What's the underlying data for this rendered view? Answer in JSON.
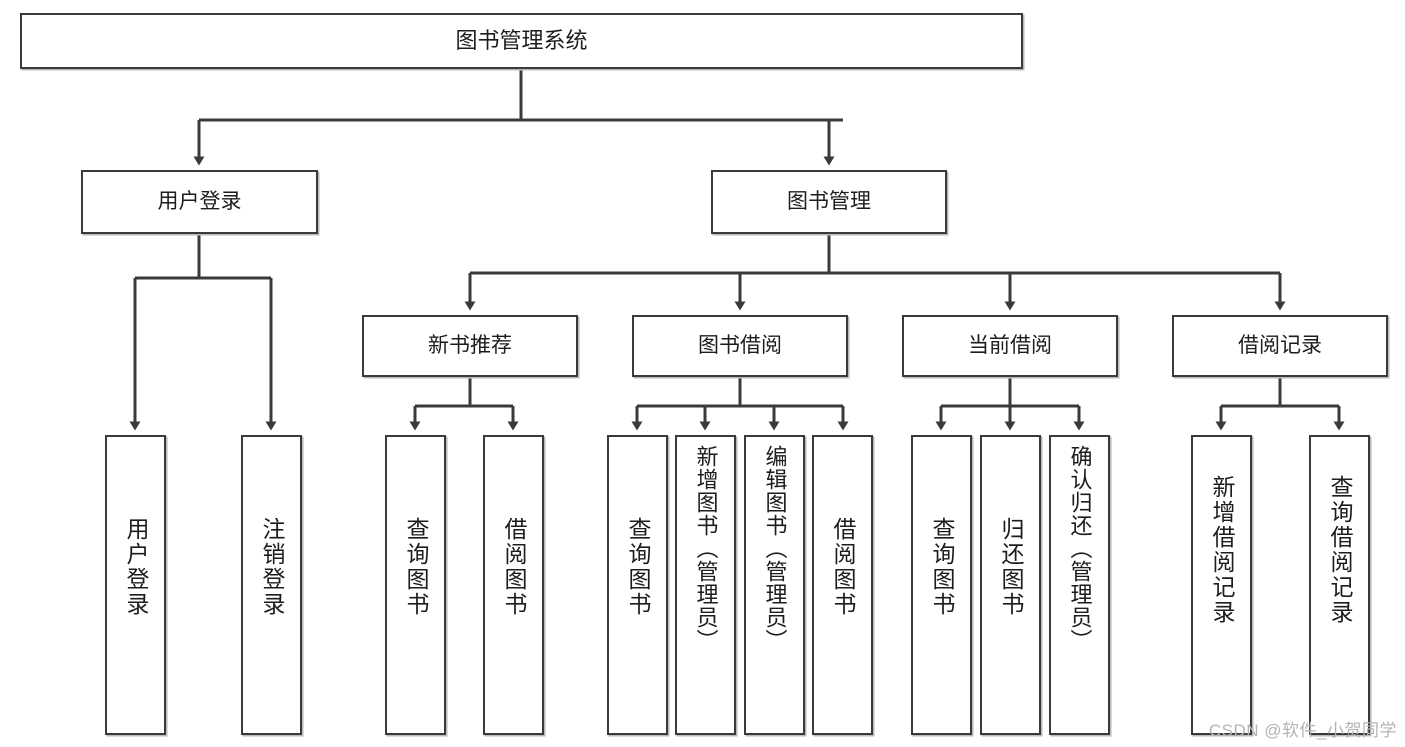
{
  "diagram": {
    "title": "图书管理系统",
    "type": "hierarchy-tree",
    "watermark": "CSDN @软件_小贺同学",
    "colors": {
      "box_border": "#3a3a3a",
      "box_fill": "#ffffff",
      "edge": "#3a3a3a",
      "shadow": "#b9b9b9",
      "watermark": "#b4b4b4"
    },
    "levels": {
      "root": {
        "label": "图书管理系统"
      },
      "level2": [
        {
          "label": "用户登录"
        },
        {
          "label": "图书管理"
        }
      ],
      "level3": [
        {
          "label": "新书推荐"
        },
        {
          "label": "图书借阅"
        },
        {
          "label": "当前借阅"
        },
        {
          "label": "借阅记录"
        }
      ],
      "leaves": [
        {
          "label": "用户登录",
          "parent": "用户登录"
        },
        {
          "label": "注销登录",
          "parent": "用户登录"
        },
        {
          "label": "查询图书",
          "parent": "新书推荐"
        },
        {
          "label": "借阅图书",
          "parent": "新书推荐"
        },
        {
          "label": "查询图书",
          "parent": "图书借阅"
        },
        {
          "label": "新增图书（管理员）",
          "parent": "图书借阅"
        },
        {
          "label": "编辑图书（管理员）",
          "parent": "图书借阅"
        },
        {
          "label": "借阅图书",
          "parent": "图书借阅"
        },
        {
          "label": "查询图书",
          "parent": "当前借阅"
        },
        {
          "label": "归还图书",
          "parent": "当前借阅"
        },
        {
          "label": "确认归还（管理员）",
          "parent": "当前借阅"
        },
        {
          "label": "新增借阅记录",
          "parent": "借阅记录"
        },
        {
          "label": "查询借阅记录",
          "parent": "借阅记录"
        }
      ]
    }
  }
}
